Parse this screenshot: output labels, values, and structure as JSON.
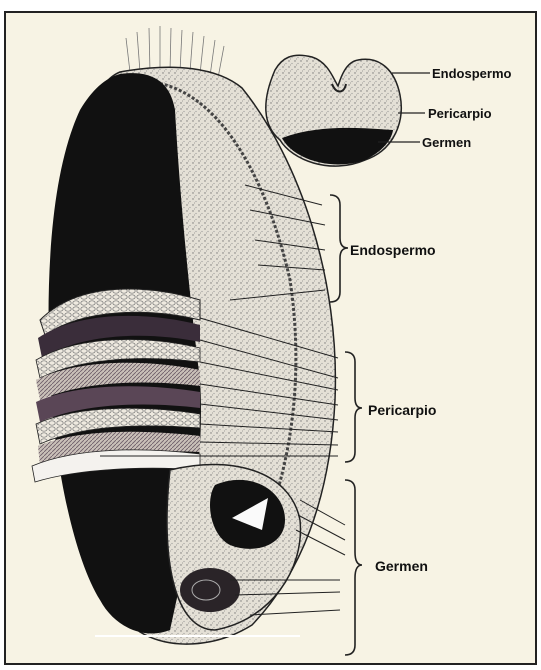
{
  "cross_section": {
    "labels": [
      "Endospermo",
      "Pericarpio",
      "Germen"
    ]
  },
  "main_section": {
    "labels": [
      "Endospermo",
      "Pericarpio",
      "Germen"
    ]
  },
  "colors": {
    "frame": "#222222",
    "paper": "#f7f3e4",
    "dark": "#111111",
    "tissue": "#ddd8cc",
    "stripe": "#6e5a6c"
  }
}
